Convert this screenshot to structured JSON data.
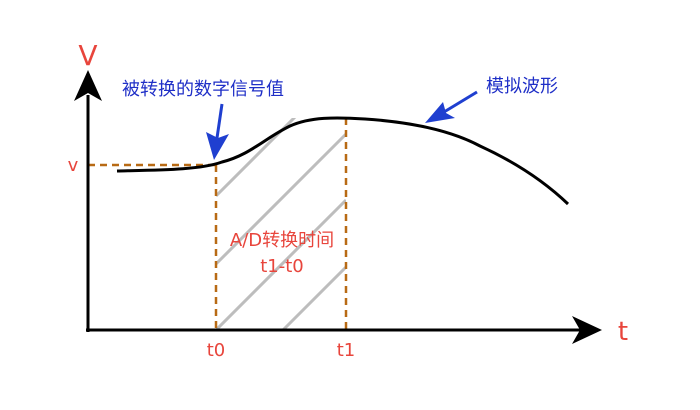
{
  "axes": {
    "y_label": "V",
    "x_label": "t",
    "y_tick": "v",
    "x_tick_start": "t0",
    "x_tick_end": "t1"
  },
  "annotations": {
    "converted_value": "被转换的数字信号值",
    "analog_waveform": "模拟波形",
    "conversion_time": "A/D转换时间",
    "conversion_formula": "t1-t0"
  },
  "colors": {
    "axis": "#000000",
    "curve": "#000000",
    "axis_label": "#e8453c",
    "annotation": "#1f2fc7",
    "arrow": "#1f3fd0",
    "dashed_guide": "#b86a14",
    "hatch": "#bdbdbd",
    "conversion_label": "#e8453c"
  },
  "icons": {
    "axis_arrow": "arrowhead",
    "callout_arrow": "callout-arrow-icon"
  }
}
